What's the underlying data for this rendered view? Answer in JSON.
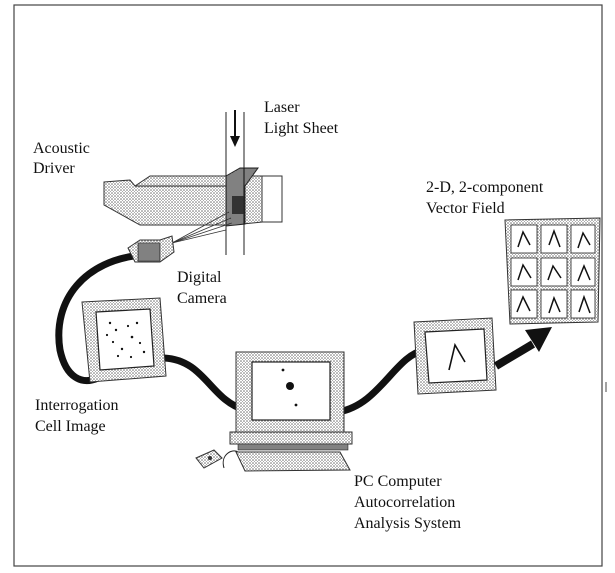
{
  "labels": {
    "acoustic_driver": [
      "Acoustic",
      "Driver"
    ],
    "laser_light_sheet": [
      "Laser",
      "Light Sheet"
    ],
    "vector_field": [
      "2-D, 2-component",
      "Vector Field"
    ],
    "digital_camera": [
      "Digital",
      "Camera"
    ],
    "interrogation_cell": [
      "Interrogation",
      "Cell Image"
    ],
    "pc_system": [
      "PC Computer",
      "Autocorrelation",
      "Analysis System"
    ]
  },
  "colors": {
    "stipple_dot": "#6e6e6e",
    "ink": "#111111",
    "paper": "#ffffff",
    "frame": "#444444"
  }
}
